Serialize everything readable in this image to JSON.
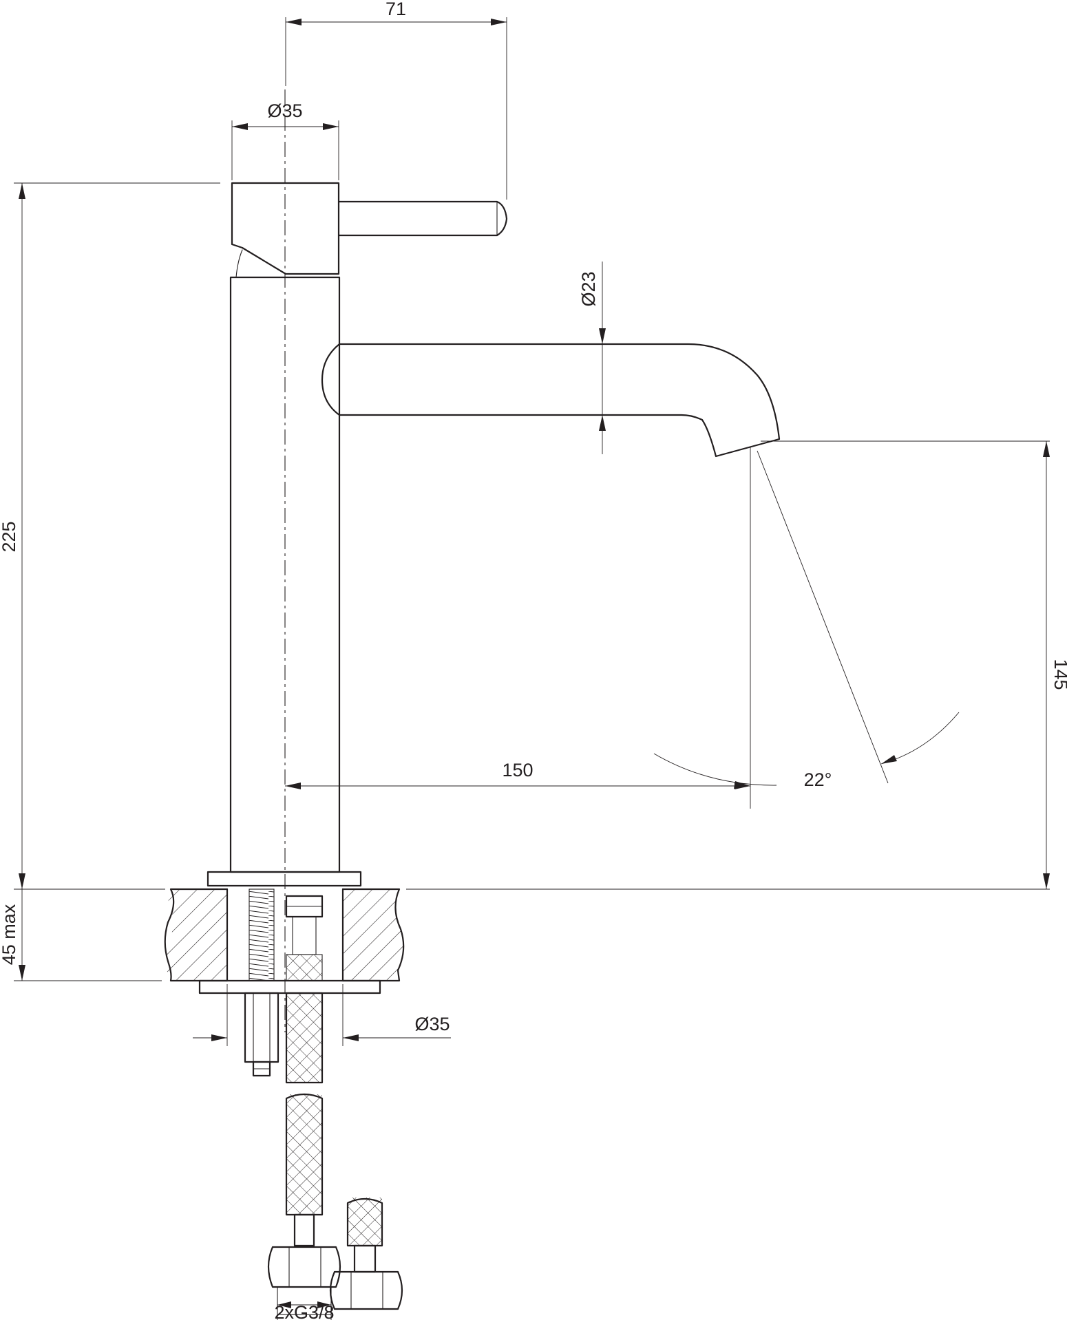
{
  "dimensions": {
    "handle_reach": "71",
    "body_diameter_top": "Ø35",
    "spout_diameter": "Ø23",
    "total_height": "225",
    "spout_height": "145",
    "spout_reach": "150",
    "spout_angle": "22°",
    "max_deck_thickness": "45 max",
    "hole_diameter": "Ø35",
    "connection_thread": "2xG3/8"
  },
  "colors": {
    "line": "#231f20",
    "background": "#ffffff"
  }
}
